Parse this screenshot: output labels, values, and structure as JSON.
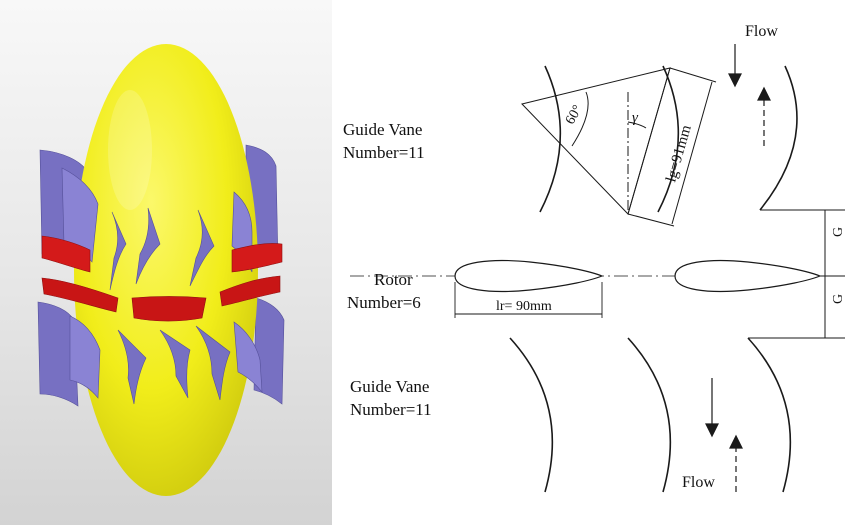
{
  "render": {
    "colors": {
      "body": "#f3ef1e",
      "guide_vane": "#7a74c6",
      "rotor_blade": "#d01818",
      "background_top": "#f7f7f7",
      "background_bottom": "#d9d9d9"
    }
  },
  "schematic": {
    "top_flow_label": "Flow",
    "bottom_flow_label": "Flow",
    "guide_vane_top": {
      "line1": "Guide Vane",
      "line2": "Number=11"
    },
    "rotor": {
      "line1": "Rotor",
      "line2": "Number=6"
    },
    "guide_vane_bottom": {
      "line1": "Guide Vane",
      "line2": "Number=11"
    },
    "angle_label": "60°",
    "gamma_label": "γ",
    "lg_label": "lg=91mm",
    "lr_label": "lr= 90mm",
    "gap_label_upper": "G",
    "gap_label_lower": "G",
    "line_color": "#1a1a1a"
  }
}
